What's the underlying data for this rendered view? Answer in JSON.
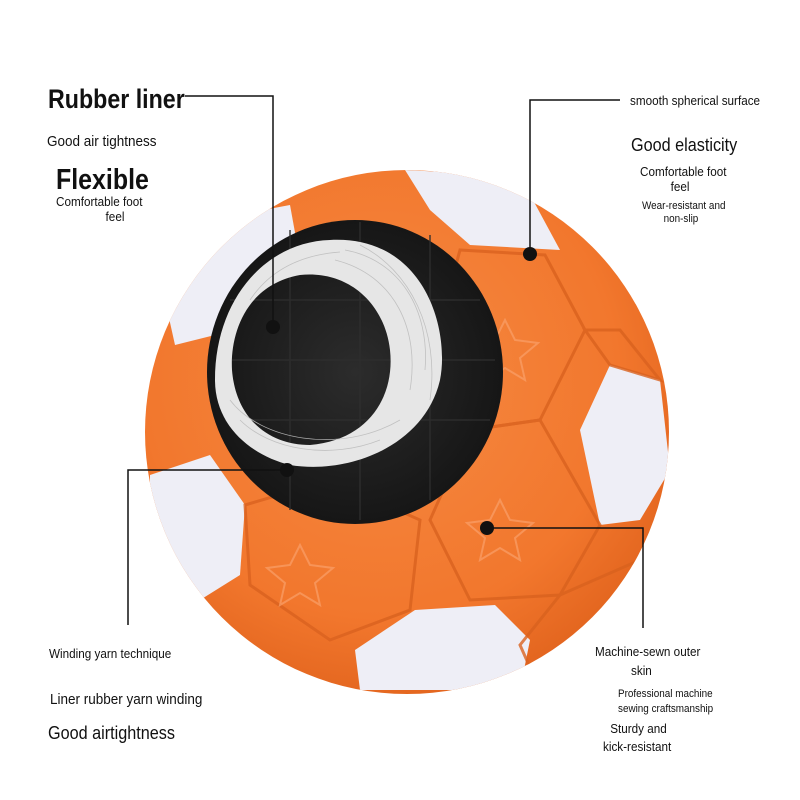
{
  "left_top": {
    "heading": "Rubber liner",
    "line1": "Good air tightness",
    "heading2": "Flexible",
    "line2a": "Comfortable foot",
    "line2b": "feel"
  },
  "right_top": {
    "line1": "smooth spherical surface",
    "heading": "Good elasticity",
    "line2a": "Comfortable foot",
    "line2b": "feel",
    "line3a": "Wear-resistant and",
    "line3b": "non-slip"
  },
  "left_bottom": {
    "line1": "Winding yarn technique",
    "line2": "Liner rubber yarn winding",
    "line3": "Good airtightness"
  },
  "right_bottom": {
    "line1a": "Machine-sewn outer",
    "line1b": "skin",
    "line2a": "Professional machine",
    "line2b": "sewing craftsmanship",
    "line3a": "Sturdy and",
    "line3b": "kick-resistant"
  },
  "colors": {
    "orange": "#f2772d",
    "orange_dark": "#e86a22",
    "white_panel": "#eeeef6",
    "liner_black": "#1e1e1e",
    "yarn_white": "#e9e9e9"
  }
}
